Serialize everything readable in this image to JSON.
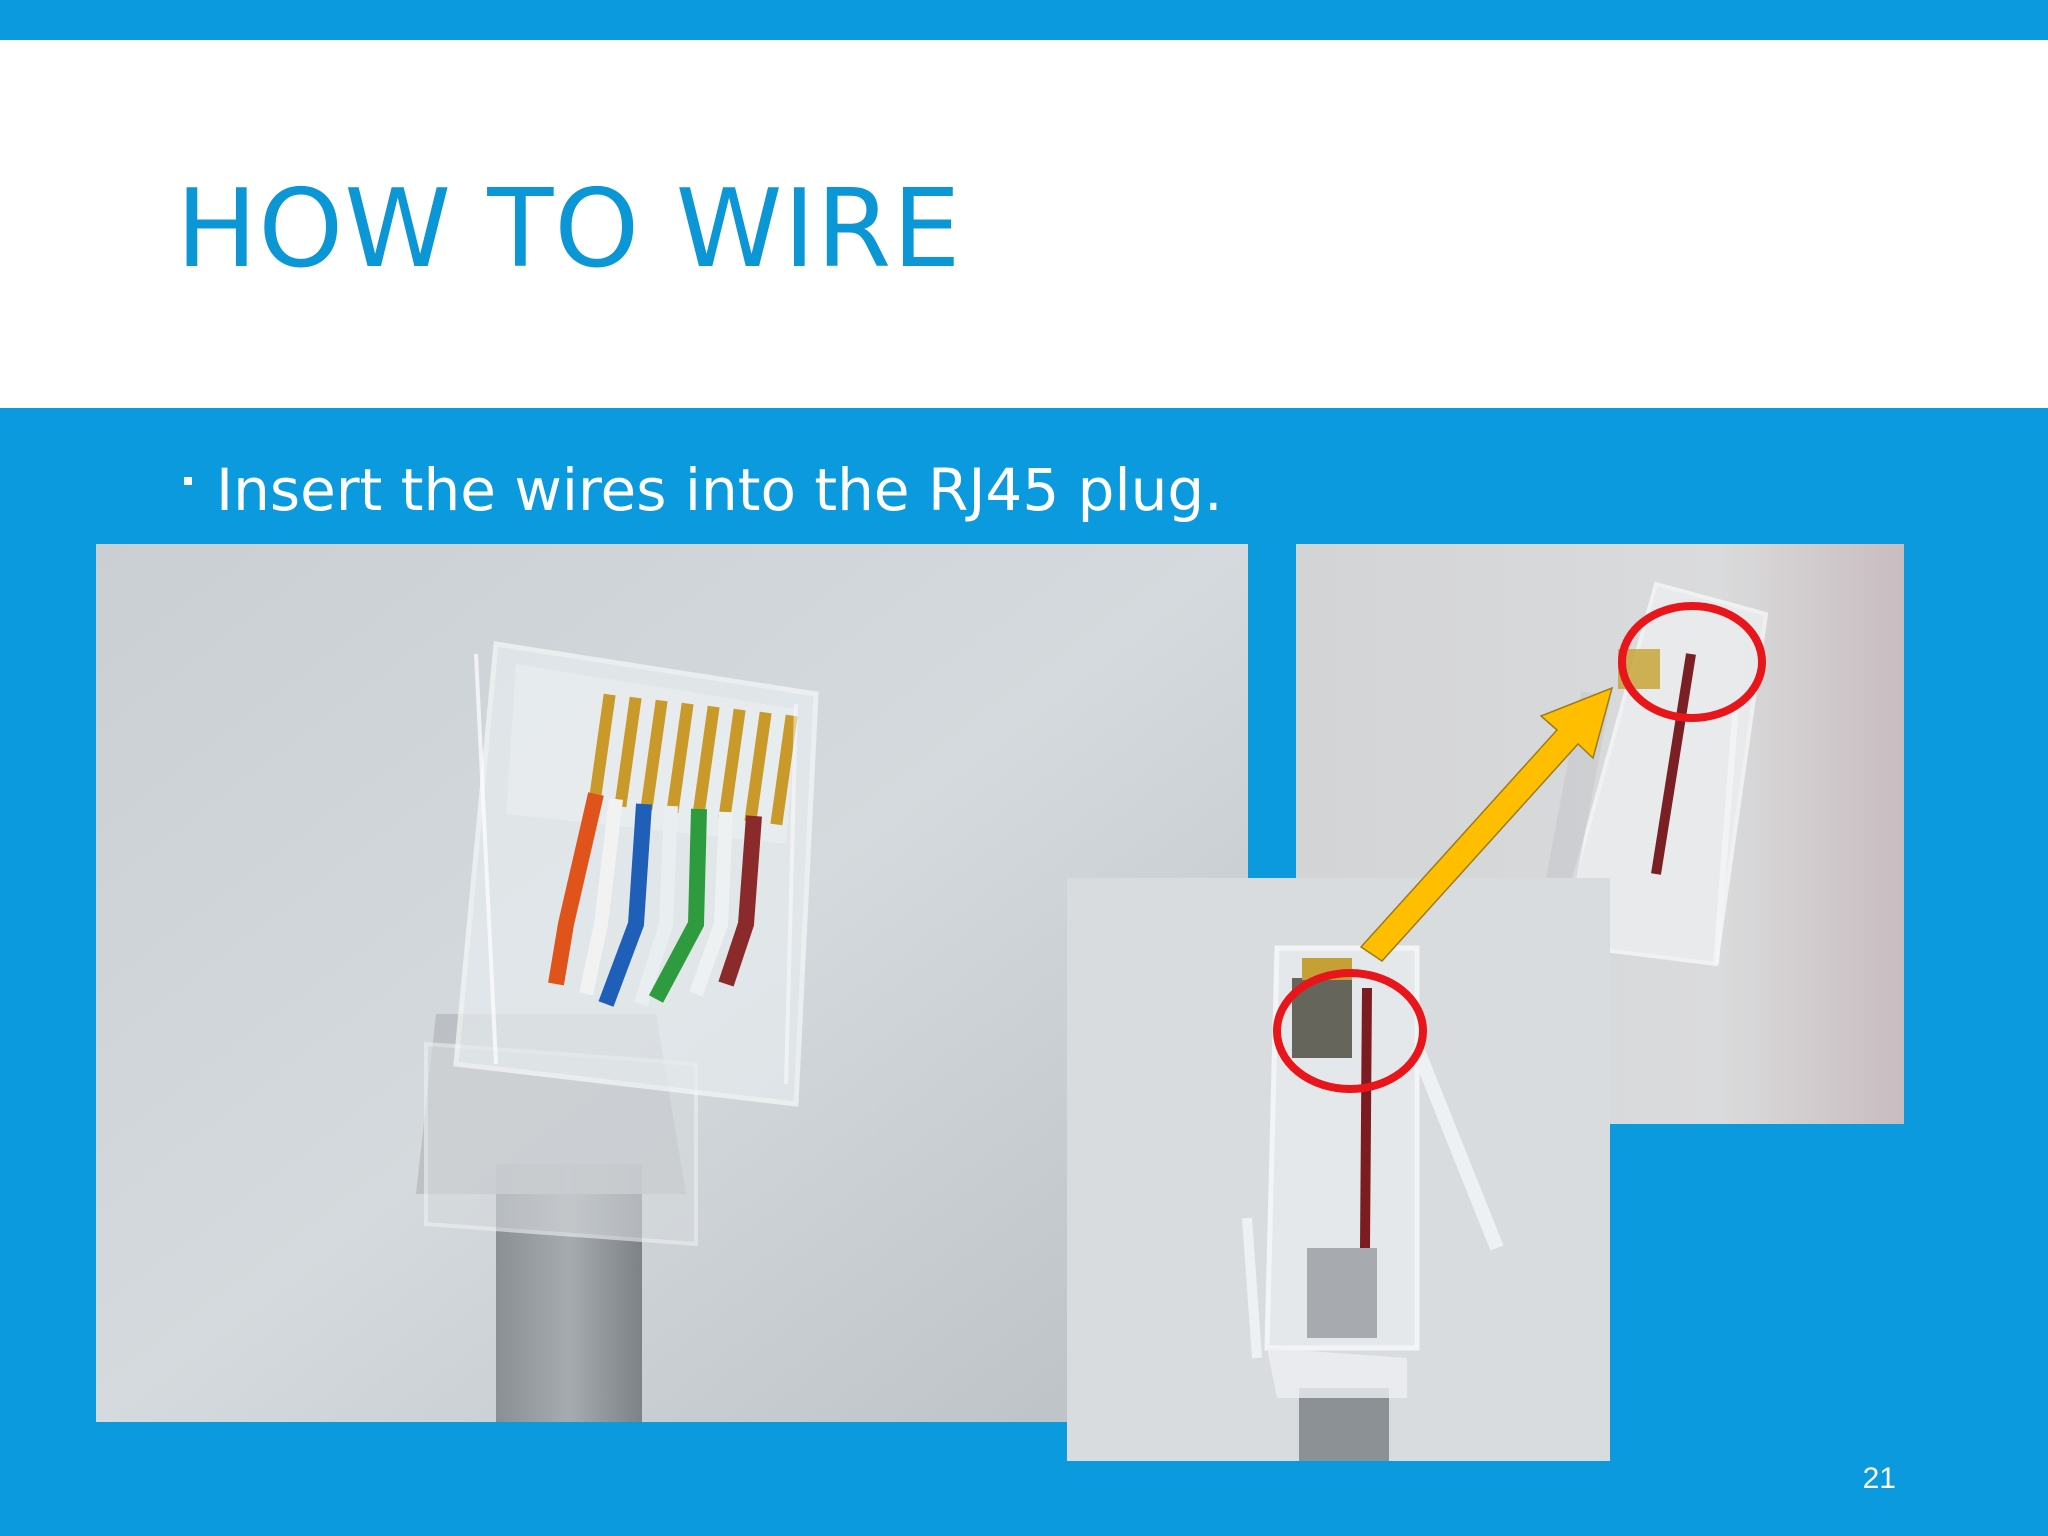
{
  "slide": {
    "title": "HOW TO WIRE",
    "bullets": [
      "Insert the wires into the RJ45 plug."
    ],
    "page_number": "21"
  },
  "colors": {
    "background": "#0b9ade",
    "title": "#0b96d6",
    "highlight_circle": "#e8151b",
    "arrow": "#ffbf00"
  },
  "images": {
    "left": "rj45-plug-front-wires",
    "right": "rj45-plug-tip-closeup",
    "inset": "rj45-plug-side-view"
  }
}
